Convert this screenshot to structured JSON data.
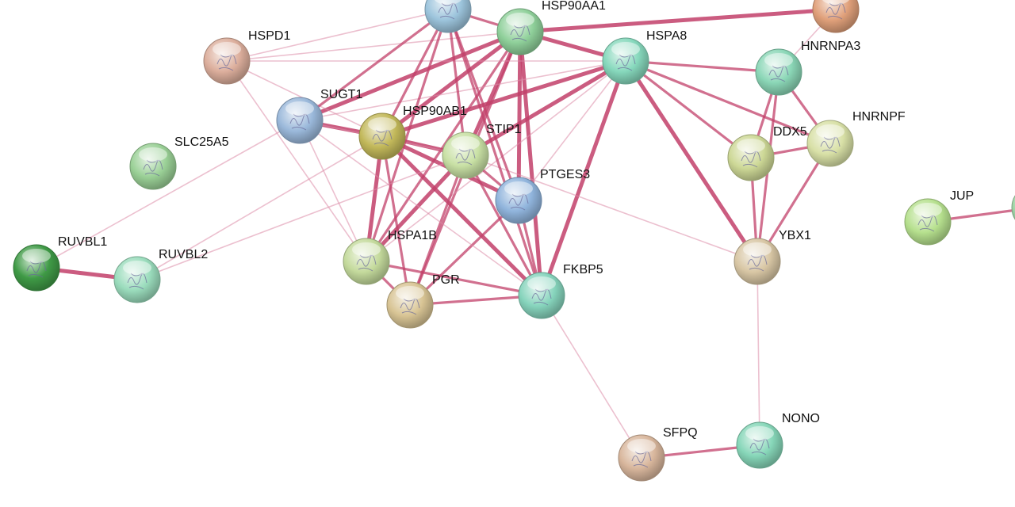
{
  "network": {
    "nodes": [
      {
        "id": "UNK1",
        "label": "",
        "color": "#9cc4dc"
      },
      {
        "id": "HSP90AA1",
        "label": "HSP90AA1",
        "color": "#8fd09a"
      },
      {
        "id": "UNK2",
        "label": "",
        "color": "#e0a07a"
      },
      {
        "id": "HSPD1",
        "label": "HSPD1",
        "color": "#dcae9c"
      },
      {
        "id": "HSPA8",
        "label": "HSPA8",
        "color": "#86d8bc"
      },
      {
        "id": "HNRNPA3",
        "label": "HNRNPA3",
        "color": "#8ad6b6"
      },
      {
        "id": "SUGT1",
        "label": "SUGT1",
        "color": "#9ab8da"
      },
      {
        "id": "HSP90AB1",
        "label": "HSP90AB1",
        "color": "#c2b85a"
      },
      {
        "id": "STIP1",
        "label": "STIP1",
        "color": "#c8e0a4"
      },
      {
        "id": "SLC25A5",
        "label": "SLC25A5",
        "color": "#9ad096"
      },
      {
        "id": "PTGES3",
        "label": "PTGES3",
        "color": "#90b4dc"
      },
      {
        "id": "DDX5",
        "label": "DDX5",
        "color": "#cdd896"
      },
      {
        "id": "HNRNPF",
        "label": "HNRNPF",
        "color": "#d8e0a6"
      },
      {
        "id": "RUVBL1",
        "label": "RUVBL1",
        "color": "#3f9a46"
      },
      {
        "id": "RUVBL2",
        "label": "RUVBL2",
        "color": "#9adcbc"
      },
      {
        "id": "HSPA1B",
        "label": "HSPA1B",
        "color": "#c4da9c"
      },
      {
        "id": "PGR",
        "label": "PGR",
        "color": "#d8c494"
      },
      {
        "id": "FKBP5",
        "label": "FKBP5",
        "color": "#86d4bc"
      },
      {
        "id": "YBX1",
        "label": "YBX1",
        "color": "#d8c6a4"
      },
      {
        "id": "JUP",
        "label": "JUP",
        "color": "#b6e08e"
      },
      {
        "id": "UNK3",
        "label": "",
        "color": "#a2d6a8"
      },
      {
        "id": "SFPQ",
        "label": "SFPQ",
        "color": "#d8b69c"
      },
      {
        "id": "NONO",
        "label": "NONO",
        "color": "#86d6b8"
      }
    ],
    "edges": [
      [
        "HSP90AA1",
        "HSP90AB1",
        3
      ],
      [
        "HSP90AA1",
        "HSPA8",
        3
      ],
      [
        "HSP90AA1",
        "STIP1",
        3
      ],
      [
        "HSP90AA1",
        "PTGES3",
        3
      ],
      [
        "HSP90AA1",
        "SUGT1",
        3
      ],
      [
        "HSP90AA1",
        "HSPD1",
        1
      ],
      [
        "HSP90AA1",
        "FKBP5",
        3
      ],
      [
        "HSP90AA1",
        "UNK2",
        3
      ],
      [
        "HSP90AA1",
        "HSPA1B",
        2
      ],
      [
        "HSP90AA1",
        "PGR",
        2
      ],
      [
        "HSP90AA1",
        "UNK1",
        2
      ],
      [
        "HSPA8",
        "HSP90AB1",
        3
      ],
      [
        "HSPA8",
        "STIP1",
        3
      ],
      [
        "HSPA8",
        "HNRNPA3",
        2
      ],
      [
        "HSPA8",
        "DDX5",
        2
      ],
      [
        "HSPA8",
        "HNRNPF",
        2
      ],
      [
        "HSPA8",
        "YBX1",
        3
      ],
      [
        "HSPA8",
        "FKBP5",
        3
      ],
      [
        "HSPA8",
        "PTGES3",
        1
      ],
      [
        "HSPA8",
        "SUGT1",
        1
      ],
      [
        "HSPA8",
        "HSPD1",
        1
      ],
      [
        "HSPA8",
        "HSPA1B",
        1
      ],
      [
        "HSP90AB1",
        "STIP1",
        3
      ],
      [
        "HSP90AB1",
        "PTGES3",
        3
      ],
      [
        "HSP90AB1",
        "FKBP5",
        3
      ],
      [
        "HSP90AB1",
        "HSPA1B",
        3
      ],
      [
        "HSP90AB1",
        "PGR",
        2
      ],
      [
        "HSP90AB1",
        "SUGT1",
        3
      ],
      [
        "HSP90AB1",
        "UNK1",
        2
      ],
      [
        "HSP90AB1",
        "HSPD1",
        1
      ],
      [
        "STIP1",
        "PTGES3",
        2
      ],
      [
        "STIP1",
        "HSPA1B",
        3
      ],
      [
        "STIP1",
        "FKBP5",
        2
      ],
      [
        "STIP1",
        "PGR",
        2
      ],
      [
        "STIP1",
        "SUGT1",
        1
      ],
      [
        "STIP1",
        "UNK1",
        2
      ],
      [
        "STIP1",
        "YBX1",
        1
      ],
      [
        "PTGES3",
        "FKBP5",
        2
      ],
      [
        "PTGES3",
        "PGR",
        2
      ],
      [
        "PTGES3",
        "UNK1",
        2
      ],
      [
        "SUGT1",
        "HSPA1B",
        1
      ],
      [
        "SUGT1",
        "UNK1",
        2
      ],
      [
        "SUGT1",
        "RUVBL1",
        1
      ],
      [
        "SUGT1",
        "FKBP5",
        1
      ],
      [
        "HSPD1",
        "HSPA1B",
        1
      ],
      [
        "HSPD1",
        "UNK1",
        1
      ],
      [
        "HSPA1B",
        "PGR",
        2
      ],
      [
        "HSPA1B",
        "FKBP5",
        2
      ],
      [
        "HSPA1B",
        "UNK1",
        2
      ],
      [
        "PGR",
        "FKBP5",
        2
      ],
      [
        "FKBP5",
        "SFPQ",
        1
      ],
      [
        "FKBP5",
        "UNK1",
        2
      ],
      [
        "RUVBL1",
        "RUVBL2",
        3
      ],
      [
        "RUVBL2",
        "HSP90AB1",
        1
      ],
      [
        "RUVBL2",
        "STIP1",
        1
      ],
      [
        "DDX5",
        "HNRNPF",
        2
      ],
      [
        "DDX5",
        "HNRNPA3",
        2
      ],
      [
        "DDX5",
        "YBX1",
        2
      ],
      [
        "HNRNPA3",
        "HNRNPF",
        2
      ],
      [
        "HNRNPA3",
        "YBX1",
        2
      ],
      [
        "HNRNPF",
        "YBX1",
        2
      ],
      [
        "YBX1",
        "NONO",
        1
      ],
      [
        "SFPQ",
        "NONO",
        2
      ],
      [
        "JUP",
        "UNK3",
        2
      ],
      [
        "HNRNPA3",
        "UNK2",
        1
      ]
    ],
    "colors": {
      "edge_strong": "#c2406a",
      "edge_weak": "#dc8ca8"
    }
  }
}
